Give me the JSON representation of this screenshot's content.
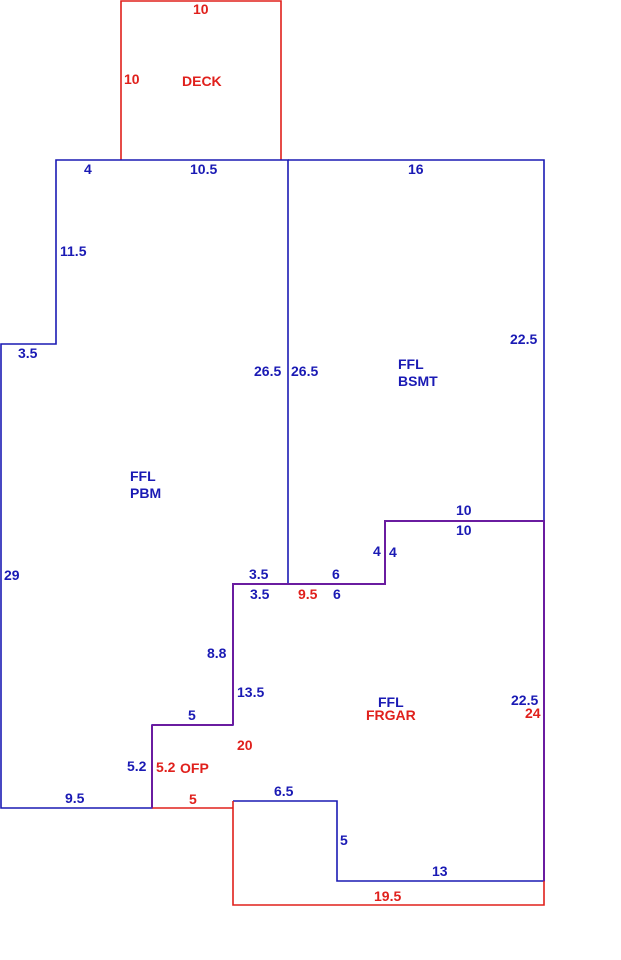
{
  "colors": {
    "blue": "#1a1ab4",
    "red": "#e0201c",
    "shared_edge": "#6a1ca0",
    "background": "#ffffff"
  },
  "areas": {
    "deck": {
      "label": "DECK"
    },
    "pbm": {
      "line1": "FFL",
      "line2": "PBM"
    },
    "bsmt": {
      "line1": "FFL",
      "line2": "BSMT"
    },
    "frgar": {
      "line1": "FFL",
      "line2": "FRGAR"
    },
    "ofp": {
      "label": "OFP"
    }
  },
  "dimensions": {
    "deck_top": "10",
    "deck_left": "10",
    "pbm_top_left": "4",
    "pbm_top": "10.5",
    "pbm_left_upper": "11.5",
    "pbm_step": "3.5",
    "pbm_right": "26.5",
    "bsmt_left": "26.5",
    "bsmt_top": "16",
    "bsmt_right": "22.5",
    "pbm_left": "29",
    "pbm_step_bottom": "3.5",
    "frgar_step_top": "3.5",
    "bsmt_bottom_step": "6",
    "frgar_step_mid": "6",
    "frgar_top_red": "9.5",
    "bsmt_notch": "4",
    "frgar_notch": "4",
    "bsmt_bottom": "10",
    "frgar_top": "10",
    "pbm_inner": "8.8",
    "frgar_left": "13.5",
    "frgar_left_red": "20",
    "frgar_right": "22.5",
    "frgar_right_red": "24",
    "ofp_top": "5",
    "ofp_left_blue": "5.2",
    "ofp_left_red": "5.2",
    "pbm_bottom": "9.5",
    "ofp_bottom": "5",
    "frgar_bottom_step": "6.5",
    "frgar_bottom_notch": "5",
    "frgar_bottom": "13",
    "frgar_bottom_red": "19.5"
  }
}
